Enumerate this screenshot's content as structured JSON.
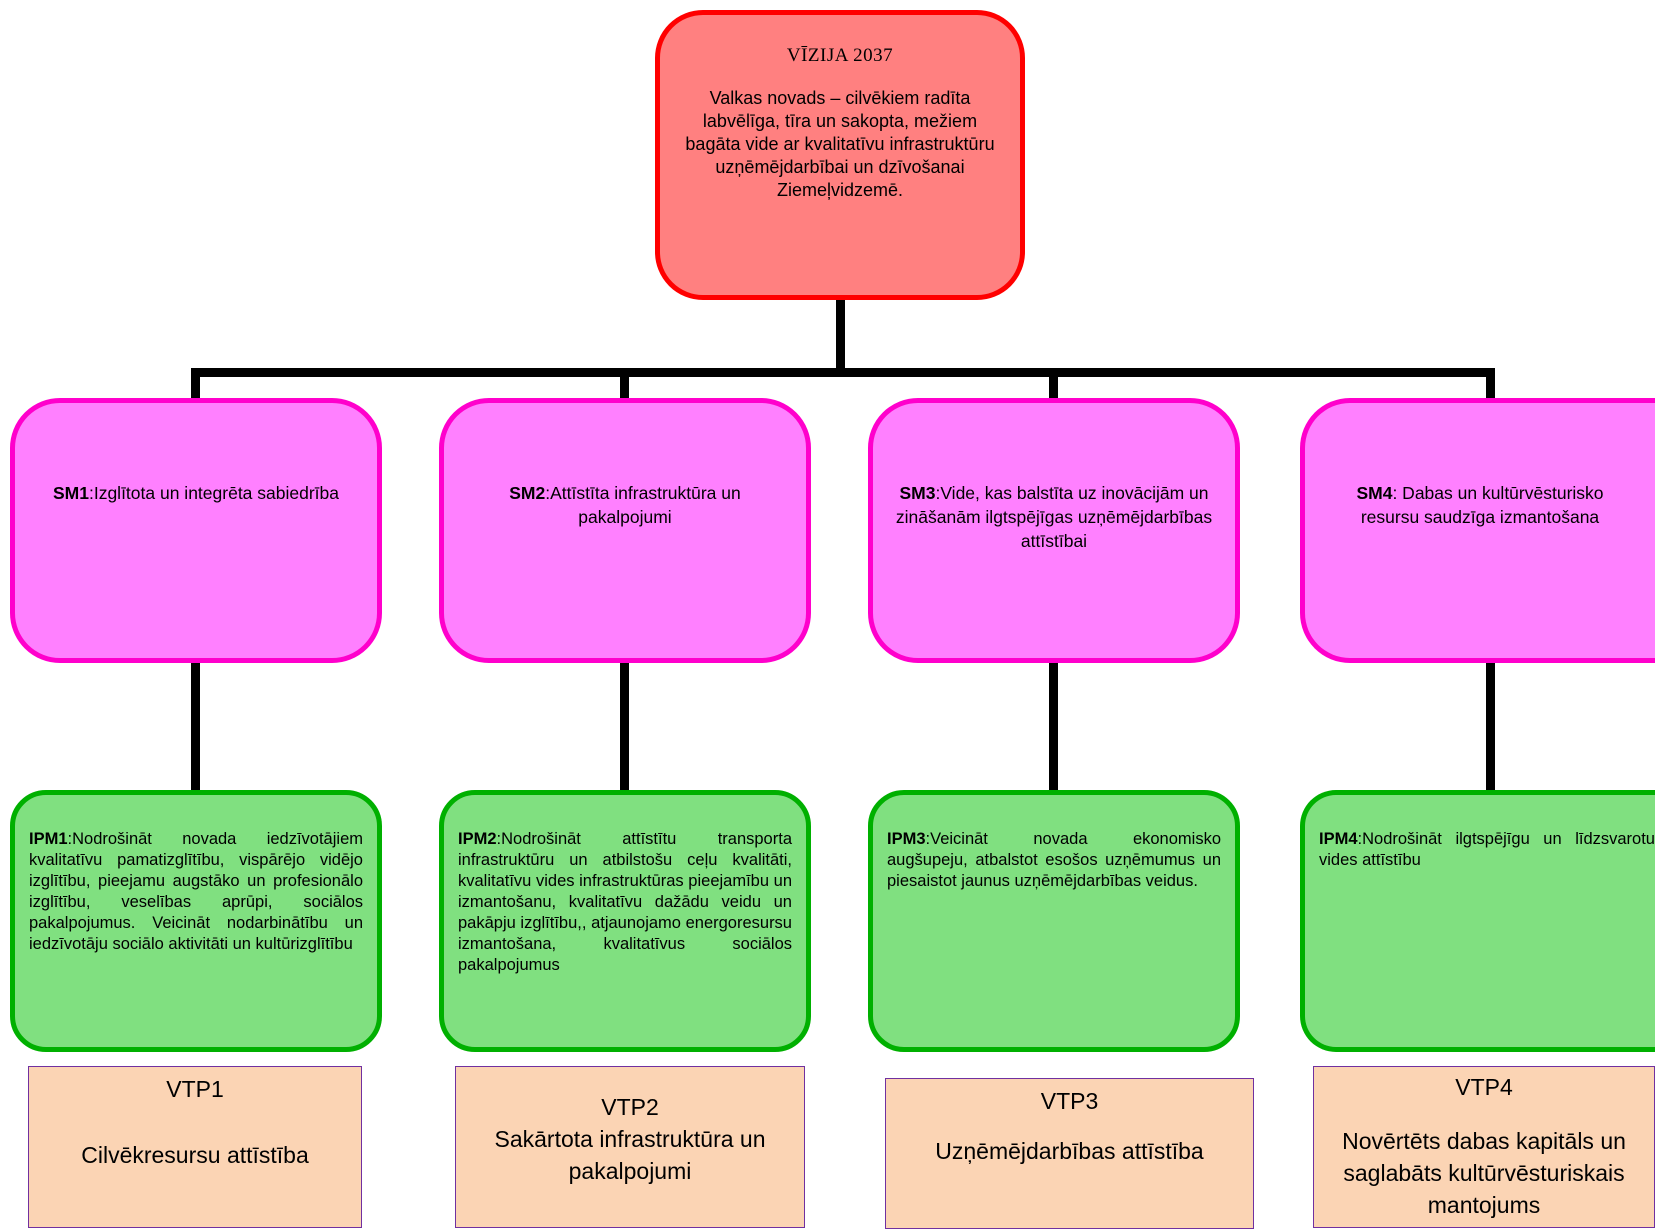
{
  "vision": {
    "title": "VĪZIJA 2037",
    "text": "Valkas novads – cilvēkiem radīta labvēlīga, tīra un sakopta, mežiem bagāta vide ar kvalitatīvu infrastruktūru uzņēmējdarbībai un dzīvošanai Ziemeļvidzemē."
  },
  "strategic_goals": [
    {
      "code": "SM1",
      "text": ":Izglītota un integrēta sabiedrība"
    },
    {
      "code": "SM2",
      "text": ":Attīstīta infrastruktūra un pakalpojumi"
    },
    {
      "code": "SM3",
      "text": ":Vide, kas balstīta uz inovācijām un zināšanām ilgtspējīgas uzņēmējdarbības attīstībai"
    },
    {
      "code": "SM4",
      "text": ": Dabas un kultūrvēsturisko resursu saudzīga izmantošana"
    }
  ],
  "priorities": [
    {
      "code": "IPM1",
      "text": ":Nodrošināt novada iedzīvotājiem kvalitatīvu pamatizglītību, vispārējo vidējo izglītību, pieejamu augstāko un profesionālo izglītību, veselības aprūpi, sociālos pakalpojumus. Veicināt nodarbinātību un iedzīvotāju sociālo aktivitāti un kultūrizglītību"
    },
    {
      "code": "IPM2",
      "text": ":Nodrošināt attīstītu transporta infrastruktūru un atbilstošu ceļu kvalitāti, kvalitatīvu vides infrastruktūras pieejamību un izmantošanu, kvalitatīvu dažādu veidu un pakāpju izglītību,, atjaunojamo energoresursu izmantošana, kvalitatīvus sociālos pakalpojumus"
    },
    {
      "code": "IPM3",
      "text": ":Veicināt novada ekonomisko augšupeju, atbalstot esošos uzņēmumus un piesaistot jaunus uzņēmējdarbības veidus."
    },
    {
      "code": "IPM4",
      "text": ":Nodrošināt ilgtspējīgu un līdzsvarotu vides attīstību"
    }
  ],
  "programs": [
    {
      "code": "VTP1",
      "text": "Cilvēkresursu attīstība"
    },
    {
      "code": "VTP2",
      "text": "Sakārtota infrastruktūra un pakalpojumi"
    },
    {
      "code": "VTP3",
      "text": "Uzņēmējdarbības attīstība"
    },
    {
      "code": "VTP4",
      "text": "Novērtēts dabas kapitāls un saglabāts kultūrvēsturiskais mantojums"
    }
  ],
  "colors": {
    "vision_fill": "#ff8080",
    "vision_border": "#ff0000",
    "sm_fill": "#ff80ff",
    "sm_border": "#ff00cc",
    "ipm_fill": "#80e080",
    "ipm_border": "#00b000",
    "vtp_fill": "#fbd4b4",
    "vtp_border": "#7030a0",
    "connector": "#000000"
  }
}
